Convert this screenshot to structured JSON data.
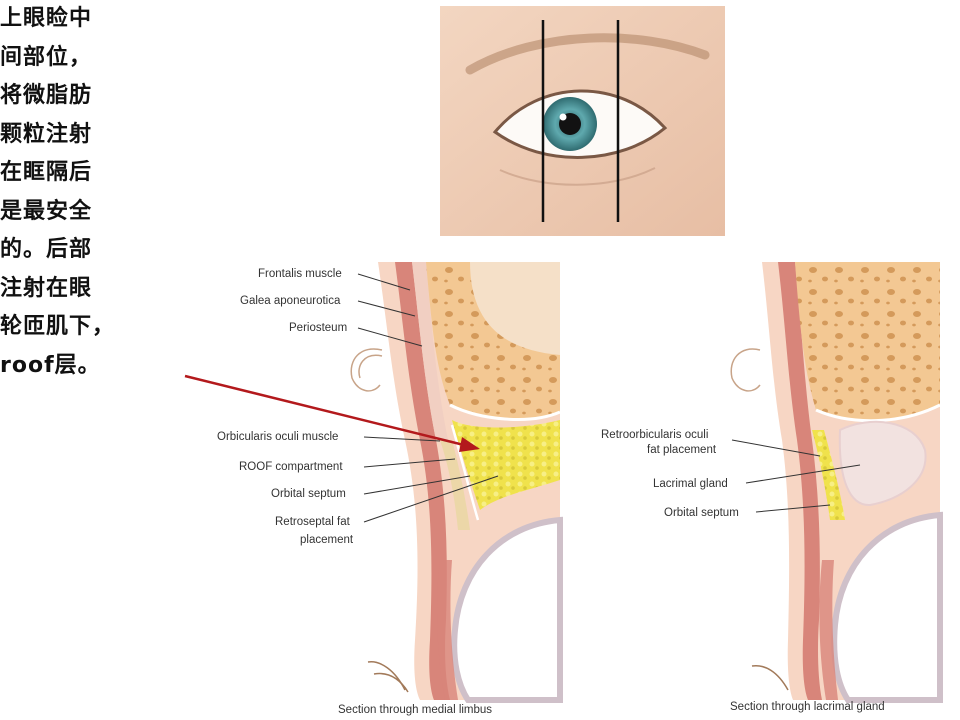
{
  "note_lines": [
    "上眼睑中",
    "间部位，",
    "将微脂肪",
    "颗粒注射",
    "在眶隔后",
    "是最安全",
    "的。后部",
    "注射在眼",
    "轮匝肌下，",
    "roof层。"
  ],
  "left_panel": {
    "labels": {
      "frontalis": "Frontalis muscle",
      "galea": "Galea aponeurotica",
      "periosteum": "Periosteum",
      "orbicularis": "Orbicularis oculi muscle",
      "roof": "ROOF compartment",
      "septum": "Orbital septum",
      "retroseptal_1": "Retroseptal fat",
      "retroseptal_2": "placement"
    },
    "caption": "Section through medial limbus"
  },
  "right_panel": {
    "labels": {
      "retroorb_1": "Retroorbicularis oculi",
      "retroorb_2": "fat placement",
      "lacrimal": "Lacrimal gland",
      "septum": "Orbital septum"
    },
    "caption": "Section through lacrimal gland"
  },
  "colors": {
    "arrow": "#b3191c",
    "bone": "#f3c893",
    "fat": "#ede14a",
    "muscle": "#d8857a",
    "skin": "#f7d6c4",
    "iris": "#4f9aa3"
  }
}
